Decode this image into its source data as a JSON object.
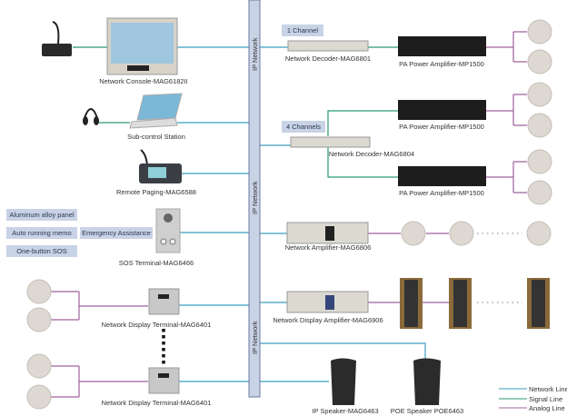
{
  "bus_label": "IP Network",
  "colors": {
    "network_line": "#3a9fbf",
    "signal_line": "#2a9a70",
    "analog_line": "#a0609e",
    "bus_fill": "#c9d3e6",
    "tag_fill": "#c9d3e6"
  },
  "devices": {
    "console": "Network Console-MAG6182II",
    "subcontrol": "Sub-control Station",
    "remote_paging": "Remote Paging-MAG6588",
    "sos_terminal": "SOS Terminal-MAG6466",
    "display_terminal_1": "Network Display Terminal-MAG6401",
    "display_terminal_2": "Network Display Terminal-MAG6401",
    "decoder_1": "Network Decoder-MAG6801",
    "decoder_4": "Network Decoder-MAG6804",
    "pa_amp_1": "PA Power Amplifier-MP1500",
    "pa_amp_2": "PA Power Amplifier-MP1500",
    "pa_amp_3": "PA Power Amplifier-MP1500",
    "network_amp": "Network Amplifier-MAG6806",
    "display_amp": "Network  Display Amplifier-MAG6906",
    "ip_speaker": "IP Speaker-MAG6463",
    "poe_speaker": "POE Speaker POE6463"
  },
  "tags": {
    "one_channel": "1 Channel",
    "four_channels": "4 Channels",
    "aluminum": "Aluminum alloy panel",
    "memo": "Auto running memo",
    "sos": "One-button SOS",
    "emergency": "Emergency Assistance"
  },
  "legend": [
    {
      "label": "Network Line",
      "color": "#3a9fbf"
    },
    {
      "label": "Signal Line",
      "color": "#2a9a70"
    },
    {
      "label": "Analog Line",
      "color": "#a0609e"
    }
  ]
}
